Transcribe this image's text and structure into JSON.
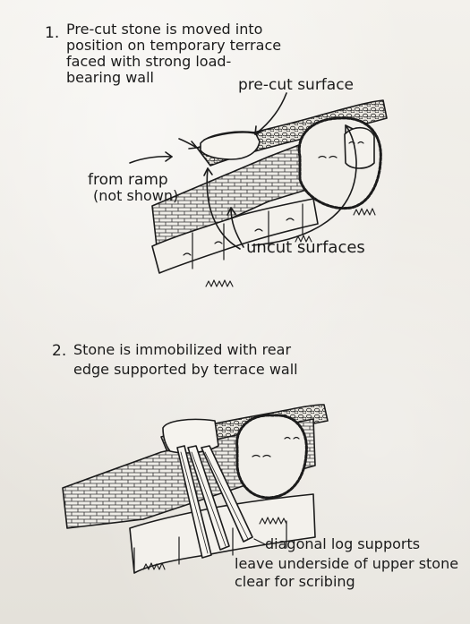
{
  "step1": {
    "number": "1.",
    "caption_lines": [
      "Pre-cut stone is moved into",
      "position on temporary terrace",
      "faced with strong load-",
      "bearing wall"
    ],
    "labels": {
      "precut_surface": "pre-cut surface",
      "from_ramp_line1": "from ramp",
      "from_ramp_line2": "(not shown)",
      "uncut_surfaces": "uncut surfaces"
    }
  },
  "step2": {
    "number": "2.",
    "caption_lines": [
      "Stone is immobilized with rear",
      "edge supported by terrace wall"
    ],
    "labels": {
      "log_line1": "diagonal log supports",
      "log_line2": "leave underside of upper stone",
      "log_line3": "clear for scribing"
    }
  }
}
